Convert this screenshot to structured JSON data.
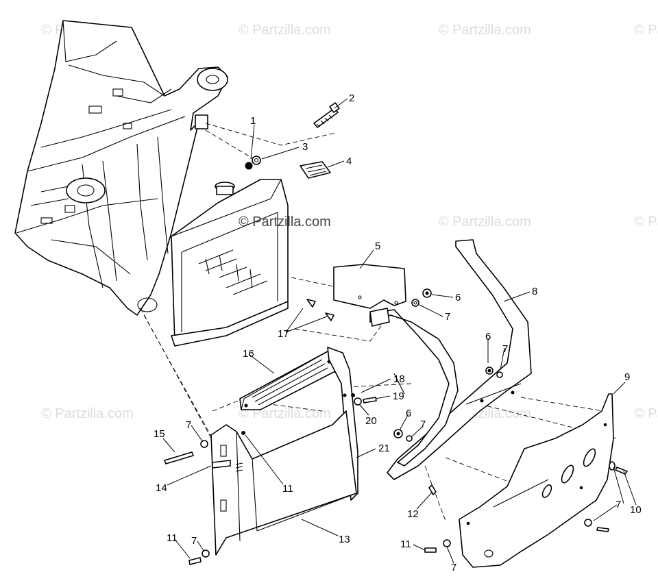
{
  "watermark": "© Partzilla.com",
  "callouts": [
    {
      "n": "1",
      "part": "nut"
    },
    {
      "n": "2",
      "part": "bolt"
    },
    {
      "n": "3",
      "part": "washer"
    },
    {
      "n": "4",
      "part": "rubber-mount"
    },
    {
      "n": "5",
      "part": "radiator-bracket"
    },
    {
      "n": "6",
      "part": "nut"
    },
    {
      "n": "7",
      "part": "washer"
    },
    {
      "n": "8",
      "part": "front-bumper"
    },
    {
      "n": "9",
      "part": "skid-plate"
    },
    {
      "n": "10",
      "part": "screw"
    },
    {
      "n": "11",
      "part": "screw"
    },
    {
      "n": "12",
      "part": "screw"
    },
    {
      "n": "13",
      "part": "radiator-shroud"
    },
    {
      "n": "14",
      "part": "clip"
    },
    {
      "n": "15",
      "part": "bolt"
    },
    {
      "n": "16",
      "part": "upper-grille"
    },
    {
      "n": "17",
      "part": "push-rivet"
    },
    {
      "n": "18",
      "part": "nut"
    },
    {
      "n": "19",
      "part": "screw"
    },
    {
      "n": "20",
      "part": "washer"
    },
    {
      "n": "21",
      "part": "side-panel"
    }
  ],
  "colors": {
    "line": "#000000",
    "background": "#ffffff",
    "watermark": "#dcdcdc"
  }
}
